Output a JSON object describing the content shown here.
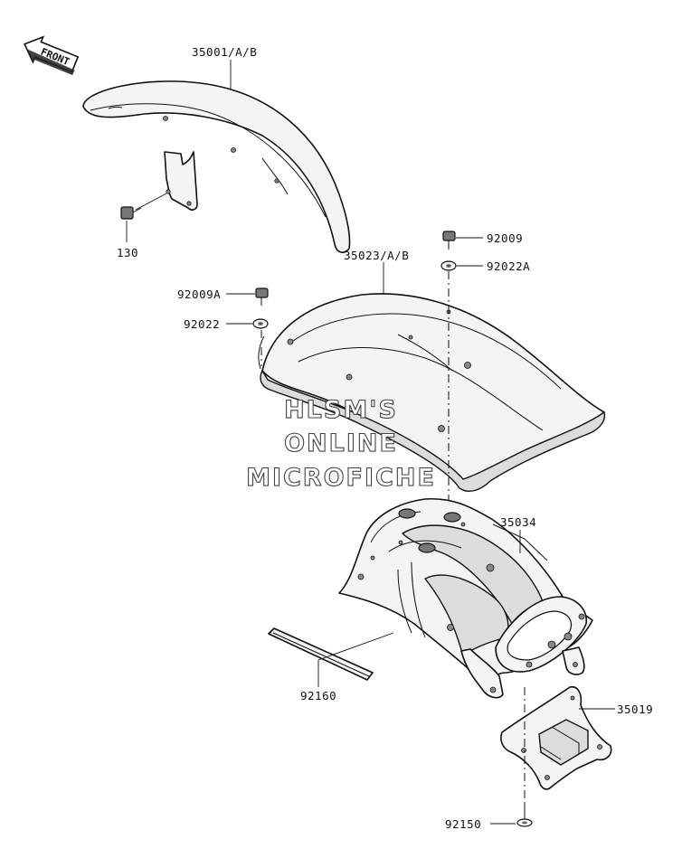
{
  "orientation": {
    "label": "FRONT",
    "icon": "front-arrow-icon"
  },
  "callouts": {
    "front_fender": "35001/A/B",
    "front_bolt": "130",
    "rear_fender": "35023/A/B",
    "bolt_top": "92009",
    "washer_top": "92022A",
    "bolt_left": "92009A",
    "washer_left": "92022",
    "rear_fender_inner": "35034",
    "tape": "92160",
    "license_bracket": "35019",
    "bottom_bolt": "92150"
  },
  "watermark": {
    "line1": "HLSM'S",
    "line2": "ONLINE",
    "line3": "MICROFICHE"
  }
}
